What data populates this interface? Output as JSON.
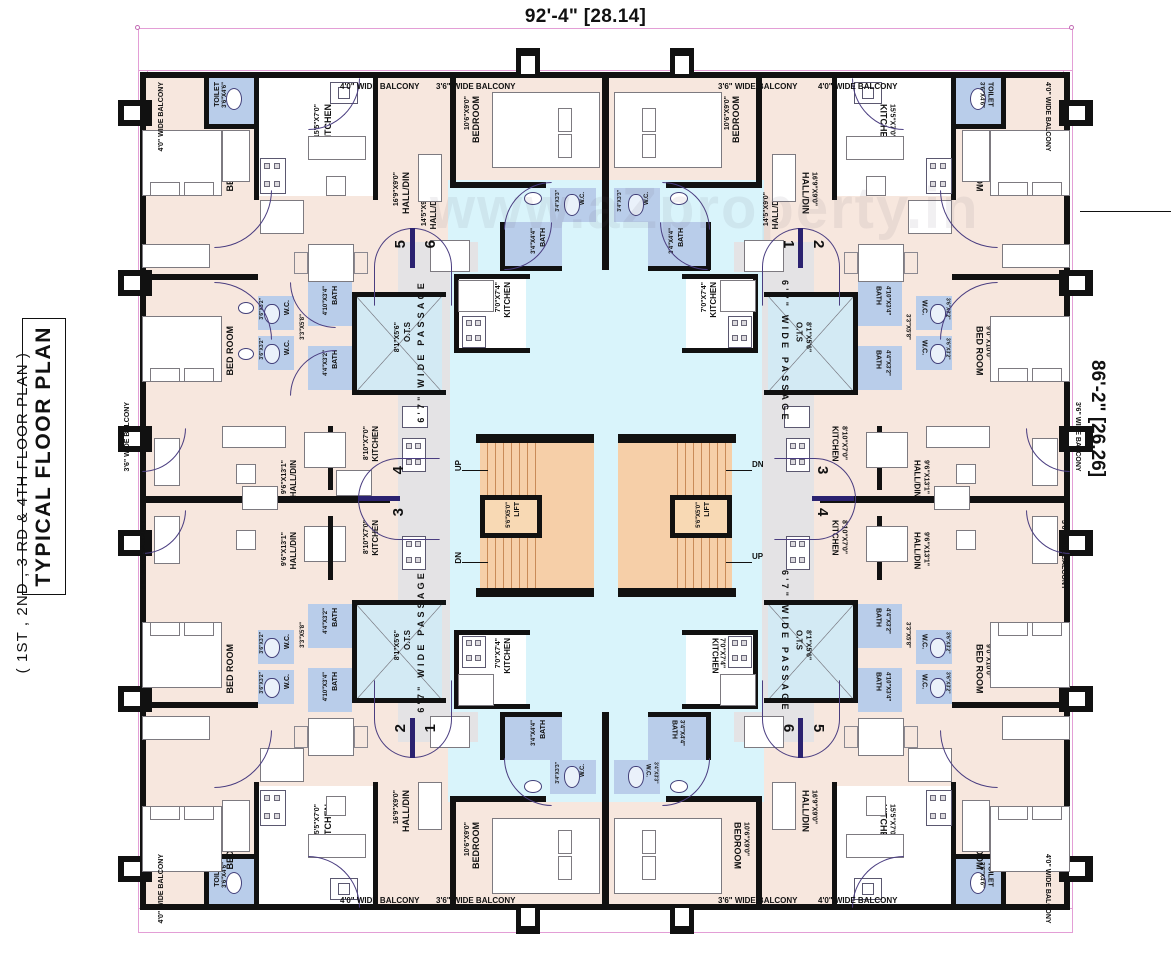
{
  "drawing": {
    "title": "TYPICAL FLOOR  PLAN",
    "subtitle": "( 1ST , 2ND , 3 RD  & 4TH FLOOR PLAN )",
    "watermark": "www.aZproperty.in",
    "dimensions": {
      "top": "92'-4\" [28.14]",
      "right": "86'-2\" [26.26]"
    }
  },
  "labels": {
    "bedroom_corner_a": "BED ROOM",
    "bedroom_corner_a_size": "9'6\"X10'0\"",
    "bedroom_corner_b": "BED ROOM",
    "bedroom_corner_b_size": "9'0\"X10'0\"",
    "bedroom_mid": "BEDROOM",
    "bedroom_mid_size": "10'6\"X9'0\"",
    "kitchen_long": "KITCHEN",
    "kitchen_long_size": "15'5\"X7'0\"",
    "kitchen_small": "KITCHEN",
    "kitchen_small_size": "7'0\"X7'4\"",
    "kitchen_mid": "KITCHEN",
    "kitchen_mid_size": "8'10\"X7'0\"",
    "halldin_a": "HALL/DIN",
    "halldin_a_size": "16'9\"X9'0\"",
    "halldin_b": "HALL/DIN",
    "halldin_b_size": "14'5\"X9'0\"",
    "halldin_c": "HALL/DIN",
    "halldin_c_size": "9'6\"X13'1\"",
    "bath_a": "BATH",
    "bath_a_size": "4'10\"X3'4\"",
    "bath_b": "BATH",
    "bath_b_size": "4'4\"X3'2\"",
    "bath_c": "BATH",
    "bath_c_size": "3'4\"X4'4\"",
    "wc": "W.C.",
    "wc_size_a": "3'6\"X3'2\"",
    "wc_size_b": "3'4\"X3'3\"",
    "toilet": "TOILET",
    "toilet_size": "3'6\"X4'6\"",
    "ots": "O.T.S",
    "ots_size": "8'1\"X5'6\"",
    "shaft_size": "3'3\"X5'8\"",
    "lift": "LIFT",
    "lift_size": "5'6\"X5'0\"",
    "passage": "6'7\"  WIDE  PASSAGE",
    "balcony_40": "4'0\" WIDE BALCONY",
    "balcony_36": "3'6\" WIDE BALCONY",
    "balcony_40_v": "4'0\" WIDE BALCONY",
    "balcony_36_v": "3'6\" WIDE BALCONY",
    "up": "UP",
    "dn": "DN"
  },
  "unit_numbers": {
    "tl_left": "5",
    "tl_right": "6",
    "tr_left": "1",
    "tr_right": "2",
    "ml_upper": "4",
    "ml_lower": "3",
    "mr_upper": "3",
    "mr_lower": "4",
    "bl_left": "2",
    "bl_right": "1",
    "br_left": "6",
    "br_right": "5"
  },
  "colors": {
    "unit_floor": "#f7e7de",
    "courtyard": "#d9f4fb",
    "passage": "#e4e3e5",
    "wet_area": "#b9cdea",
    "stair": "#f6cfa8",
    "lift": "#f8d9b4",
    "wall": "#111111",
    "dimension_line": "#e39ed6",
    "door_swing": "#4a3d80"
  }
}
